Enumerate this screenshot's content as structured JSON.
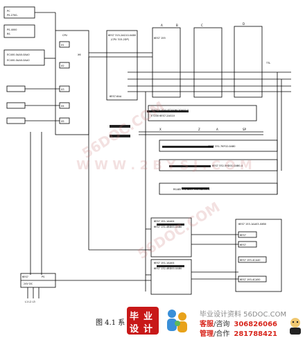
{
  "figure_caption": "图 4.1  系",
  "watermarks": {
    "diag": "56DOC.COM",
    "wide": "W W W . 2 B Y S J . C O M",
    "diag2": "56DOC.COM"
  },
  "labels": {
    "pc": "PC",
    "pc_part": "PS-2700-",
    "ps_left": "PS-4000",
    "ps_left2": "RS",
    "left_module": "EC400-0AA0-0AA0",
    "left_module2": "EC400-0AA0-0AA0",
    "cpu_tag": "CPU",
    "cpu_x1": "X1",
    "cpu_x2": "X2",
    "cpu_x3": "X3",
    "cpu_x4": "X4",
    "cpu_x5": "X5",
    "cpu_x6": "X6",
    "center_block": "6ES7 315-2AG10-0AB0",
    "center_sub": "(CPU 315-2DP)",
    "center_foot": "6ES7-6AA",
    "col_a": "A",
    "col_b": "B",
    "col_c": "C",
    "col_d": "D",
    "io_cap": "6ES7 155",
    "bus_line1": "SIMATIC FDO  ET200M-2DA00-0",
    "bus_line2": "ET200  6ES7-2AG10",
    "bus_x": "X",
    "bus_z": "Z",
    "bus_a": "A",
    "bus_sp": "SP",
    "ttl": "TTL",
    "rail1": "6ES7 331-7KF02-0AB0",
    "rail2": "6ES7 332-5HD01-0AB0-4",
    "rail3": "RS485 TTL  6ES7 390-0BC00-4",
    "lower_mod1_title": "6ES7 151-1AA04",
    "lower_mod1_sub": "6ES7 131-4BD00-0AB0",
    "lower_mod2_title": "6ES7 151-1AA04",
    "lower_mod2_sub": "6ES7 132-4BD00-0AB0",
    "right_box_title": "6ES7 153-1AA03-0XB0",
    "right_r1": "6ES7",
    "right_r2": "6ES7",
    "right_r3": "6ES7 193-4CA40",
    "right_r4": "6ES7 193-4CA50",
    "bottom_left1": "6ES7",
    "bottom_left2": "PS",
    "bottom_left3": "24V DC",
    "bottom_terms": "L1  L2  L3"
  },
  "footer": {
    "url": "毕业设计资料 56DOC.COM",
    "row1_key": "客服",
    "row1_rest": "/咨询",
    "row1_num": "306826066",
    "row2_key": "管理",
    "row2_rest": "/合作",
    "row2_num": "281788421",
    "logo_chars": [
      "毕",
      "业",
      "设",
      "计"
    ]
  },
  "colors": {
    "line": "#000000",
    "accent_red": "#c81818",
    "footer_gray": "#8a8a8a"
  }
}
